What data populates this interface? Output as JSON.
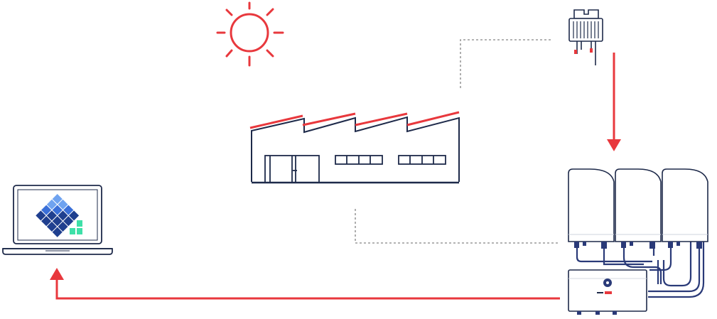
{
  "diagram": {
    "colors": {
      "outline": "#1e2a4a",
      "accent_red": "#e8383d",
      "connector_gray": "#9a9a9a",
      "device_fill": "#ffffff",
      "panel_blue_dark": "#1f3f8f",
      "panel_blue_mid": "#3a6fd8",
      "panel_blue_light": "#6fa3f0",
      "panel_green": "#3ee0a8"
    },
    "nodes": [
      {
        "id": "sun",
        "icon": "sun-icon"
      },
      {
        "id": "optimizer",
        "icon": "power-optimizer-icon"
      },
      {
        "id": "factory",
        "icon": "factory-icon"
      },
      {
        "id": "inverters",
        "icon": "inverter-cluster-icon",
        "units": 3
      },
      {
        "id": "combiner",
        "icon": "combiner-box-icon"
      },
      {
        "id": "laptop",
        "icon": "laptop-monitoring-icon"
      }
    ],
    "connections": [
      {
        "from": "optimizer",
        "to": "inverters",
        "style": "red-arrow"
      },
      {
        "from": "combiner",
        "to": "laptop",
        "style": "red-arrow"
      },
      {
        "from": "factory",
        "to": "optimizer",
        "style": "dotted"
      },
      {
        "from": "factory",
        "to": "inverters",
        "style": "dotted"
      }
    ]
  }
}
